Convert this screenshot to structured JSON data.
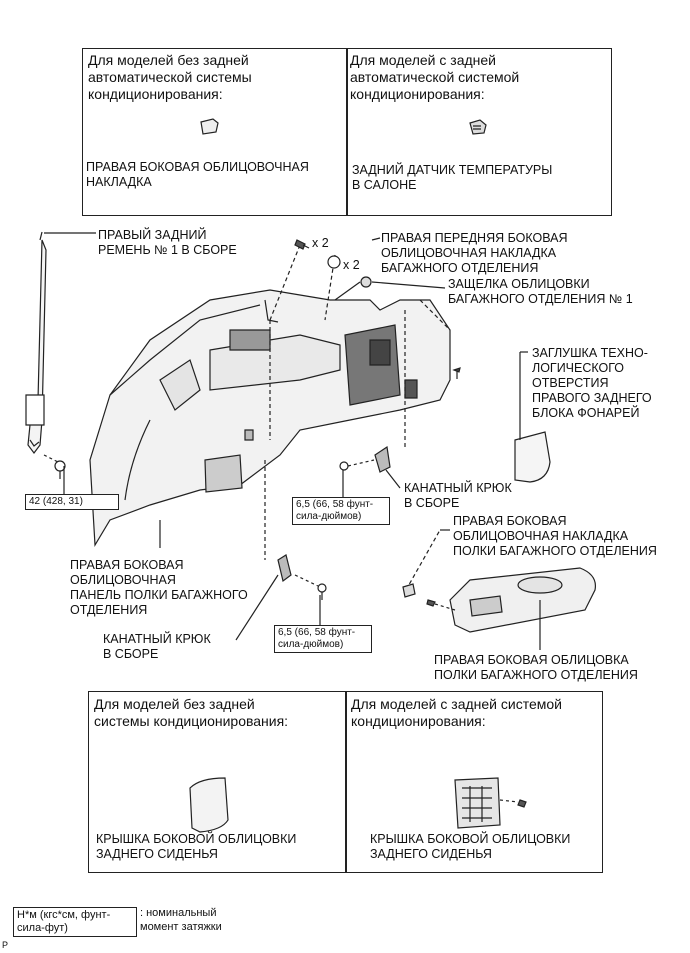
{
  "top_panel": {
    "left_header": "Для моделей без задней\nавтоматической системы\nкондиционирования:",
    "left_part": "ПРАВАЯ БОКОВАЯ ОБЛИЦОВОЧНАЯ\nНАКЛАДКА",
    "right_header": "Для моделей с задней\nавтоматической системой\nкондиционирования:",
    "right_part": "ЗАДНИЙ ДАТЧИК ТЕМПЕРАТУРЫ\nВ САЛОНЕ"
  },
  "labels": {
    "rear_belt": "ПРАВЫЙ ЗАДНИЙ\nРЕМЕНЬ № 1 В СБОРЕ",
    "qty_screw": "x 2",
    "qty_clip": "x 2",
    "front_trim": "ПРАВАЯ ПЕРЕДНЯЯ БОКОВАЯ\nОБЛИЦОВОЧНАЯ НАКЛАДКА\nБАГАЖНОГО ОТДЕЛЕНИЯ",
    "latch": "ЗАЩЕЛКА ОБЛИЦОВКИ\nБАГАЖНОГО ОТДЕЛЕНИЯ № 1",
    "plug": "ЗАГЛУШКА ТЕХНО-\nЛОГИЧЕСКОГО\nОТВЕРСТИЯ\nПРАВОГО ЗАДНЕГО\nБЛОКА ФОНАРЕЙ",
    "hook_right": "КАНАТНЫЙ КРЮК\nВ СБОРЕ",
    "shelf_trim_cover": "ПРАВАЯ БОКОВАЯ\nОБЛИЦОВОЧНАЯ НАКЛАДКА\nПОЛКИ БАГАЖНОГО ОТДЕЛЕНИЯ",
    "side_panel": "ПРАВАЯ БОКОВАЯ\nОБЛИЦОВОЧНАЯ\nПАНЕЛЬ ПОЛКИ БАГАЖНОГО\nОТДЕЛЕНИЯ",
    "hook_left": "КАНАТНЫЙ КРЮК\nВ СБОРЕ",
    "shelf_trim": "ПРАВАЯ БОКОВАЯ ОБЛИЦОВКА\nПОЛКИ БАГАЖНОГО ОТДЕЛЕНИЯ"
  },
  "torques": {
    "belt": "42 (428, 31)",
    "hook_right": "6,5 (66, 58 фунт-\nсила-дюймов)",
    "hook_left": "6,5 (66, 58 фунт-\nсила-дюймов)"
  },
  "bottom_panel": {
    "left_header": "Для моделей без задней\nсистемы кондиционирования:",
    "left_part": "КРЫШКА БОКОВОЙ ОБЛИЦОВКИ\nЗАДНЕГО СИДЕНЬЯ",
    "right_header": "Для моделей с задней системой\nкондиционирования:",
    "right_part": "КРЫШКА БОКОВОЙ ОБЛИЦОВКИ\nЗАДНЕГО СИДЕНЬЯ"
  },
  "legend": {
    "unit_box": "Н*м (кгс*см, фунт-\nсила-фут)",
    "unit_desc": ": номинальный\nмомент затяжки"
  },
  "corner_mark": "P"
}
